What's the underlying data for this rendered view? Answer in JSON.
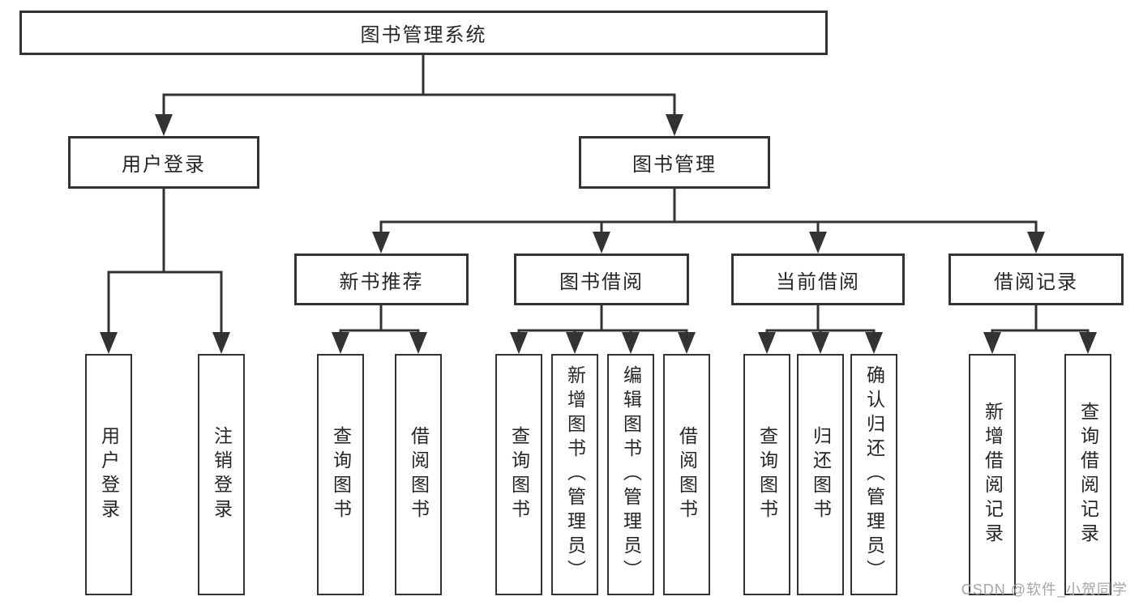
{
  "tree": {
    "label": "图书管理系统",
    "children": [
      {
        "label": "用户登录",
        "children": [
          {
            "label": "用户登录"
          },
          {
            "label": "注销登录"
          }
        ]
      },
      {
        "label": "图书管理",
        "children": [
          {
            "label": "新书推荐",
            "children": [
              {
                "label": "查询图书"
              },
              {
                "label": "借阅图书"
              }
            ]
          },
          {
            "label": "图书借阅",
            "children": [
              {
                "label": "查询图书"
              },
              {
                "label": "新增图书（管理员）"
              },
              {
                "label": "编辑图书（管理员）"
              },
              {
                "label": "借阅图书"
              }
            ]
          },
          {
            "label": "当前借阅",
            "children": [
              {
                "label": "查询图书"
              },
              {
                "label": "归还图书"
              },
              {
                "label": "确认归还（管理员）"
              }
            ]
          },
          {
            "label": "借阅记录",
            "children": [
              {
                "label": "新增借阅记录"
              },
              {
                "label": "查询借阅记录"
              }
            ]
          }
        ]
      }
    ]
  },
  "watermark": {
    "text": "CSDN @软件_小贺同学"
  },
  "colors": {
    "line": "#333333",
    "box_border": "#333333",
    "box_fill": "#ffffff",
    "text": "#262626",
    "watermark": "#a6a6a6",
    "background": "#ffffff"
  }
}
